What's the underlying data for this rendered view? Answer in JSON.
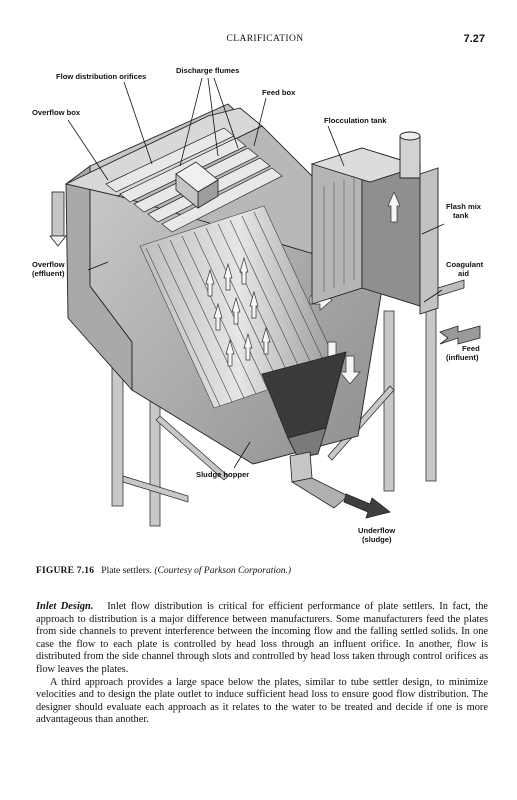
{
  "header": {
    "running_head": "CLARIFICATION",
    "page_number": "7.27"
  },
  "figure": {
    "labels": {
      "flow_distribution_orifices": "Flow distribution orifices",
      "discharge_flumes": "Discharge flumes",
      "feed_box": "Feed box",
      "overflow_box": "Overflow box",
      "flocculation_tank": "Flocculation tank",
      "flash_mix_line1": "Flash mix",
      "flash_mix_line2": "tank",
      "overflow_line1": "Overflow",
      "overflow_line2": "(effluent)",
      "coagulant_line1": "Coagulant",
      "coagulant_line2": "aid",
      "feed_line1": "Feed",
      "feed_line2": "(influent)",
      "sludge_hopper": "Sludge hopper",
      "underflow_line1": "Underflow",
      "underflow_line2": "(sludge)"
    },
    "caption": {
      "number": "FIGURE 7.16",
      "text": "Plate settlers.",
      "credit": "(Courtesy of Parkson Corporation.)"
    }
  },
  "body": {
    "inline_heading": "Inlet Design.",
    "paragraph1": "Inlet flow distribution is critical for efficient performance of plate settlers. In fact, the approach to distribution is a major difference between manufacturers. Some manufacturers feed the plates from side channels to prevent interference between the incoming flow and the falling settled solids. In one case the flow to each plate is controlled by head loss through an influent orifice. In another, flow is distributed from the side channel through slots and controlled by head loss taken through control orifices as flow leaves the plates.",
    "paragraph2": "A third approach provides a large space below the plates, similar to tube settler design, to minimize velocities and to design the plate outlet to induce sufficient head loss to ensure good flow distribution. The designer should evaluate each approach as it relates to the water to be treated and decide if one is more advantageous than another."
  }
}
